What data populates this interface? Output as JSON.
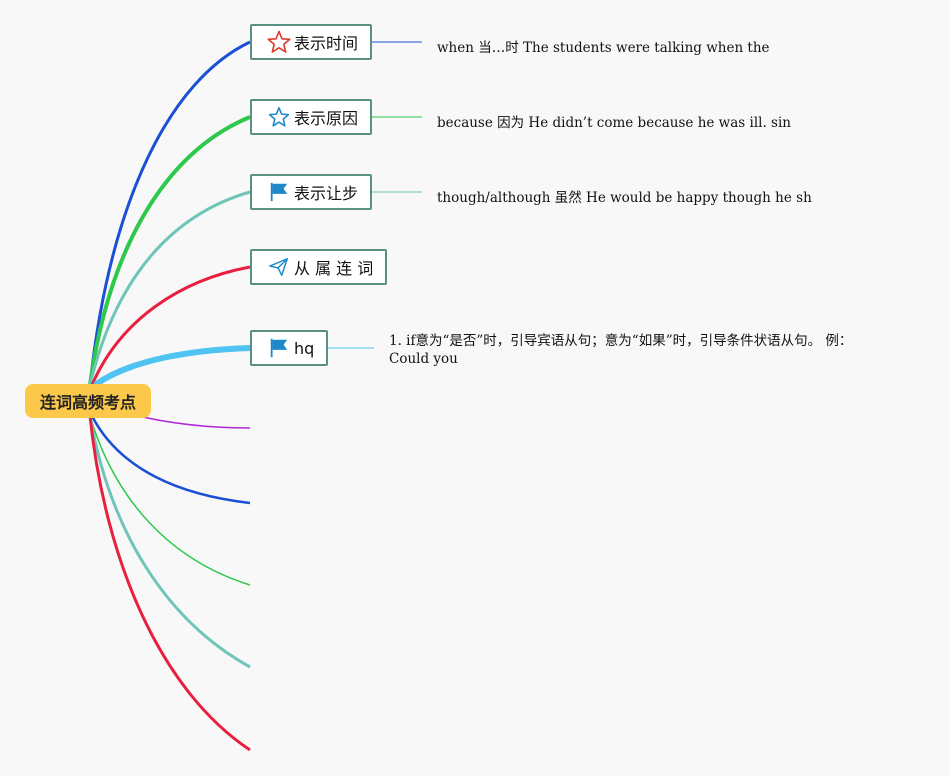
{
  "root": {
    "label": "连词高频考点"
  },
  "topics": [
    {
      "label": "表示时间",
      "icon": "star-outline-red-icon",
      "color": "#1a4fd6"
    },
    {
      "label": "表示原因",
      "icon": "star-outline-blue-icon",
      "color": "#2fc84e"
    },
    {
      "label": "表示让步",
      "icon": "flag-blue-icon",
      "color": "#6ec5b8"
    },
    {
      "label": "从 属 连 词",
      "icon": "paper-plane-icon",
      "color": "#e8203f"
    },
    {
      "label": "hq",
      "icon": "flag-blue-icon",
      "color": "#4fc3f2"
    }
  ],
  "notes": [
    "when 当…时 The students were talking when the",
    "because 因为 He didn’t come because he was ill. sin",
    "though/although 虽然 He would be happy though he sh",
    "1. if意为“是否”时，引导宾语从句；意为“如果”时，引导条件状语从句。 例：Could you"
  ],
  "empty_branch_colors": [
    "#b026d8",
    "#1a4fd6",
    "#2fc84e",
    "#6ec5b8",
    "#e8203f"
  ]
}
